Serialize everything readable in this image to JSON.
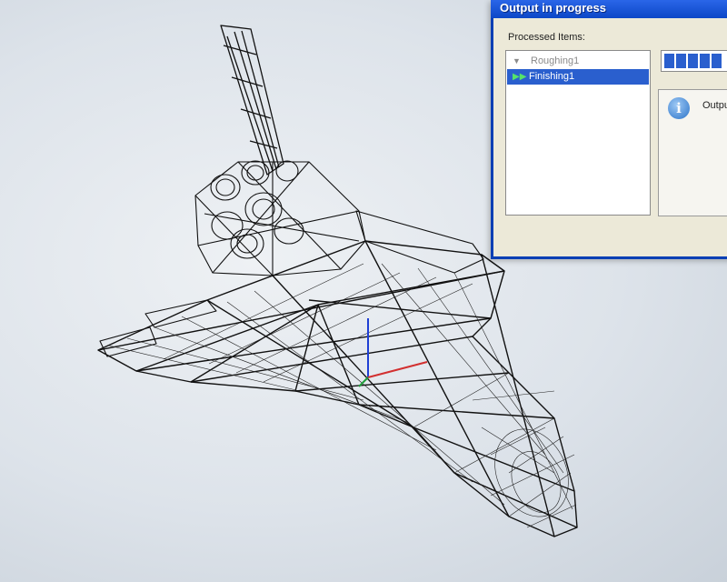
{
  "dialog": {
    "title": "Output in progress",
    "processed_label": "Processed Items:",
    "items": [
      {
        "label": "Roughing1",
        "state": "done"
      },
      {
        "label": "Finishing1",
        "state": "active"
      }
    ],
    "progress_blocks_visible": 5,
    "info_text": "Outpu"
  },
  "viewport": {
    "model": "space shuttle wireframe",
    "axis_colors": {
      "x": "#d23030",
      "y": "#1f3fd4"
    }
  },
  "colors": {
    "title_bar": "#0c47c7",
    "selection": "#2a5fce",
    "dialog_face": "#ece9d8"
  }
}
